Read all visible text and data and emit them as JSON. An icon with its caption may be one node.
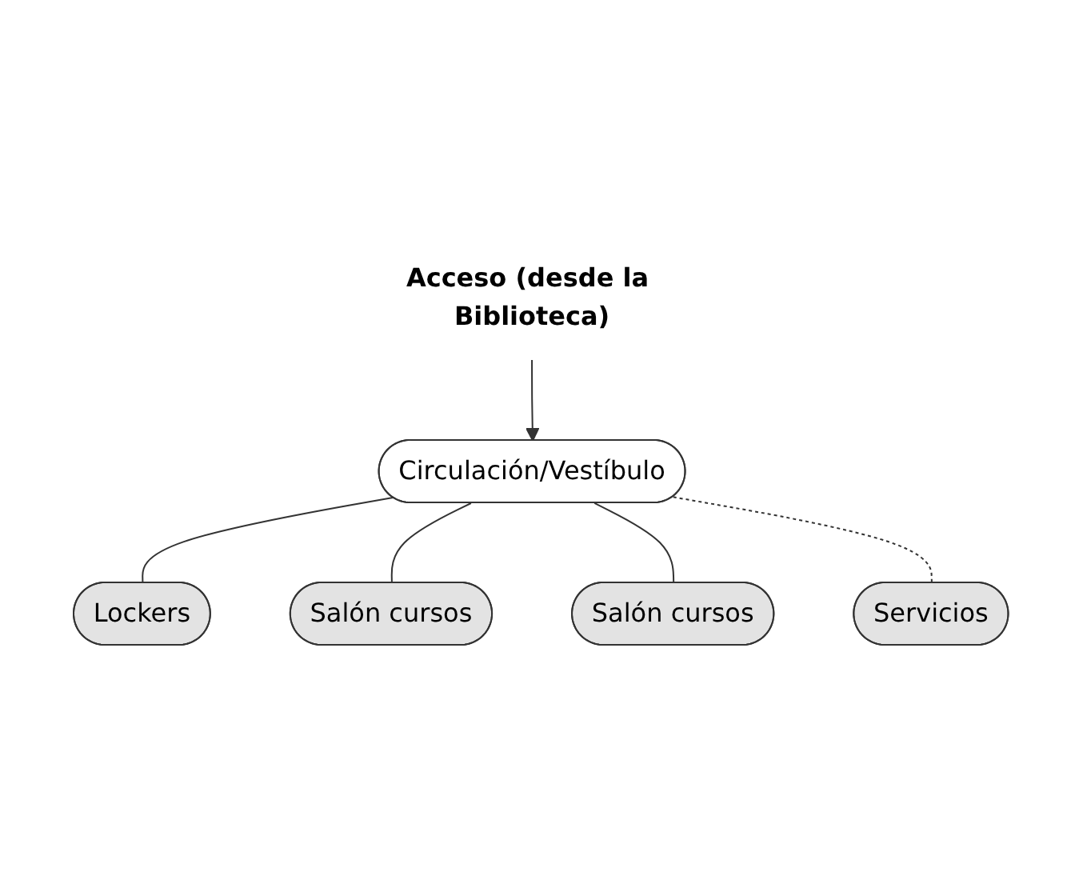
{
  "diagram": {
    "nodes": [
      {
        "text": [
          "Acceso (desde la Biblioteca)"
        ]
      },
      {
        "text": [
          "Circulación/Vestíbulo"
        ]
      },
      {
        "text": [
          "Lockers"
        ]
      },
      {
        "text": [
          "Salón cursos"
        ]
      },
      {
        "text": [
          "Salón cursos"
        ]
      },
      {
        "text": [
          "Servicios"
        ]
      }
    ],
    "edges": [
      {
        "from": 0,
        "to": 1,
        "arrow": "to"
      },
      {
        "from": 1,
        "to": 2,
        "arrow": "none"
      },
      {
        "from": 1,
        "to": 3,
        "arrow": "none"
      },
      {
        "from": 1,
        "to": 4,
        "arrow": "none"
      },
      {
        "from": 1,
        "to": 5,
        "arrow": "none",
        "style": "dashed"
      }
    ]
  }
}
